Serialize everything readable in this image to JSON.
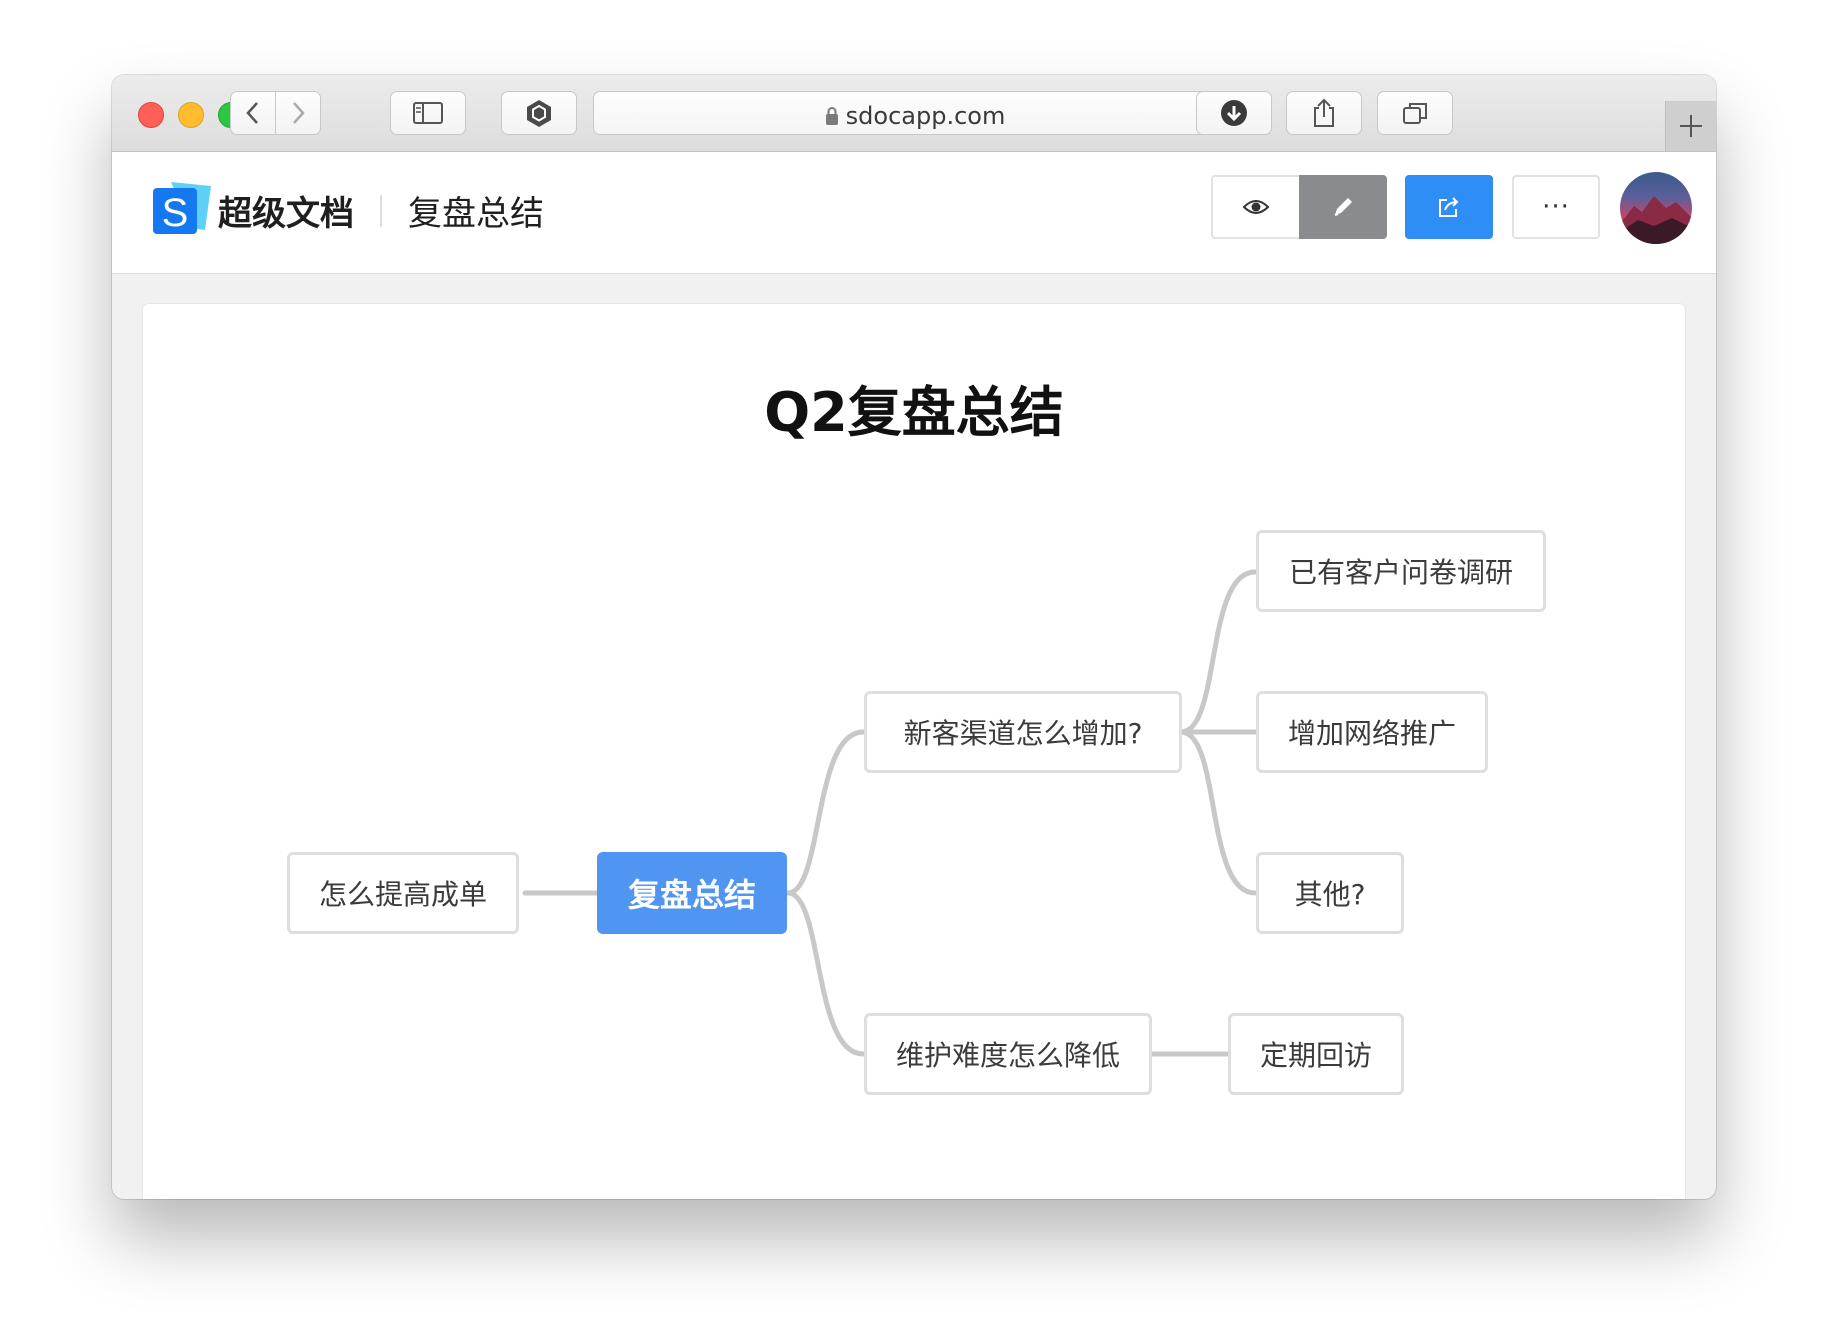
{
  "browser": {
    "url": "sdocapp.com",
    "icons": [
      "back-chevron-icon",
      "forward-chevron-icon",
      "sidebar-icon",
      "hexagon-icon",
      "lock-icon",
      "reload-icon",
      "download-icon",
      "share-icon",
      "tabs-icon",
      "plus-icon"
    ]
  },
  "app": {
    "brand": "超级文档",
    "doc_title": "复盘总结",
    "buttons": {
      "view": "eye-icon",
      "edit": "pencil-icon",
      "share": "share-external-icon",
      "more": "···"
    },
    "accent_color": "#2f8ef5"
  },
  "mindmap": {
    "title": "Q2复盘总结",
    "root": "复盘总结",
    "left": [
      "怎么提高成单"
    ],
    "branch1": "新客渠道怎么增加?",
    "branch1_children": [
      "已有客户问卷调研",
      "增加网络推广",
      "其他?"
    ],
    "branch2": "维护难度怎么降低",
    "branch2_children": [
      "定期回访"
    ],
    "root_color": "#4f95f1"
  }
}
